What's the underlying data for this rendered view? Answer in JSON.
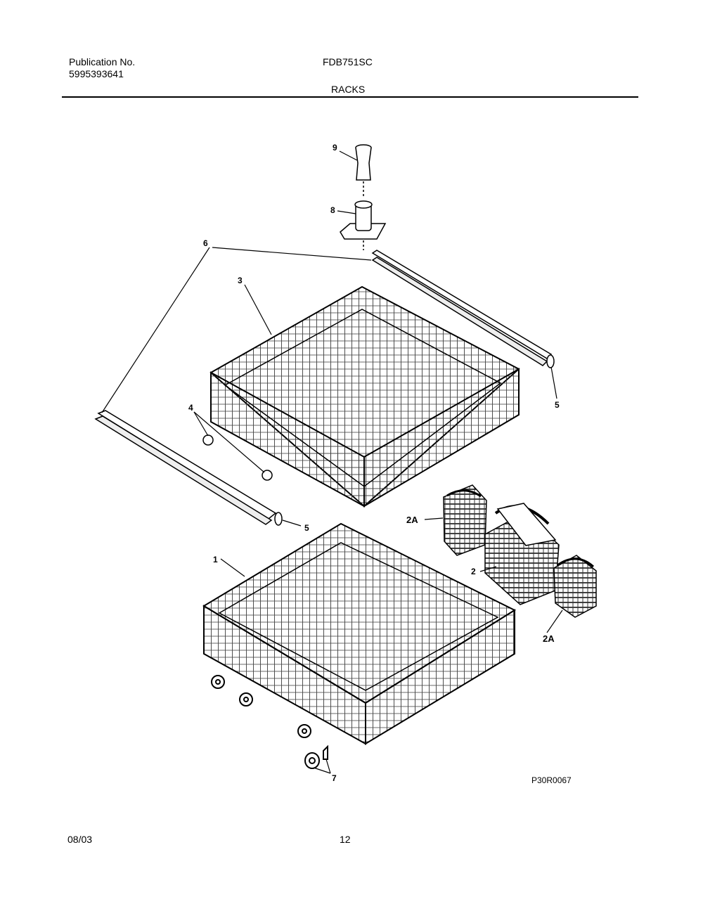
{
  "header": {
    "publication_label": "Publication No.",
    "publication_number": "5995393641",
    "model": "FDB751SC",
    "section": "RACKS"
  },
  "diagram": {
    "callouts": {
      "c9": "9",
      "c8": "8",
      "c6": "6",
      "c3": "3",
      "c5a": "5",
      "c4": "4",
      "c5b": "5",
      "c2a1": "2A",
      "c1": "1",
      "c2": "2",
      "c2a2": "2A",
      "c7": "7"
    },
    "drawing_code": "P30R0067"
  },
  "footer": {
    "date": "08/03",
    "page": "12"
  }
}
